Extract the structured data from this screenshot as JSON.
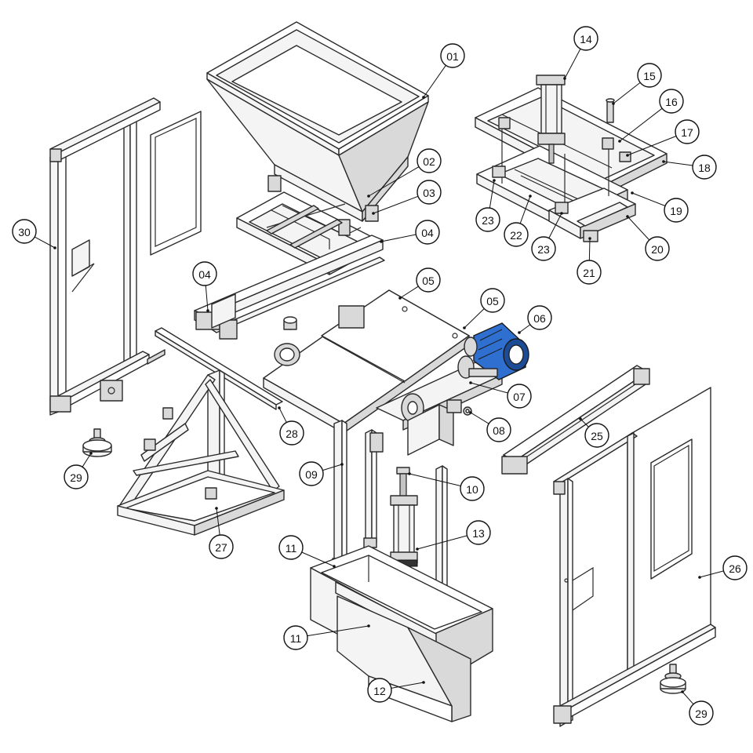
{
  "colors": {
    "motor": "#2f6fcf",
    "motor_dark": "#1d4c96",
    "line": "#2a2a2a"
  },
  "callouts": [
    {
      "label": "01",
      "icon": "hopper"
    },
    {
      "label": "02",
      "icon": "hopper-slide-frame"
    },
    {
      "label": "03",
      "icon": "slide-rail"
    },
    {
      "label": "04",
      "icon": "guide-rail"
    },
    {
      "label": "04",
      "icon": "guide-rail-end"
    },
    {
      "label": "05",
      "icon": "top-plate"
    },
    {
      "label": "05",
      "icon": "top-plate-edge"
    },
    {
      "label": "06",
      "icon": "motor"
    },
    {
      "label": "07",
      "icon": "drive-bracket"
    },
    {
      "label": "08",
      "icon": "bolt"
    },
    {
      "label": "09",
      "icon": "upright-post"
    },
    {
      "label": "10",
      "icon": "piston-rod"
    },
    {
      "label": "11",
      "icon": "base-frame"
    },
    {
      "label": "11",
      "icon": "base-frame-lower"
    },
    {
      "label": "12",
      "icon": "chute"
    },
    {
      "label": "13",
      "icon": "lift-cylinder"
    },
    {
      "label": "14",
      "icon": "press-cylinder"
    },
    {
      "label": "15",
      "icon": "pin"
    },
    {
      "label": "16",
      "icon": "clamp-block"
    },
    {
      "label": "17",
      "icon": "guide-bracket"
    },
    {
      "label": "18",
      "icon": "top-frame"
    },
    {
      "label": "19",
      "icon": "mid-plate"
    },
    {
      "label": "20",
      "icon": "base-rail"
    },
    {
      "label": "21",
      "icon": "foot-block"
    },
    {
      "label": "22",
      "icon": "slider-plate"
    },
    {
      "label": "23",
      "icon": "corner-block"
    },
    {
      "label": "23",
      "icon": "corner-block-2"
    },
    {
      "label": "25",
      "icon": "cross-beam"
    },
    {
      "label": "26",
      "icon": "door-panel"
    },
    {
      "label": "27",
      "icon": "support-stand"
    },
    {
      "label": "28",
      "icon": "top-bar"
    },
    {
      "label": "29",
      "icon": "leveling-foot"
    },
    {
      "label": "29",
      "icon": "leveling-foot-2"
    },
    {
      "label": "30",
      "icon": "side-frame"
    }
  ]
}
